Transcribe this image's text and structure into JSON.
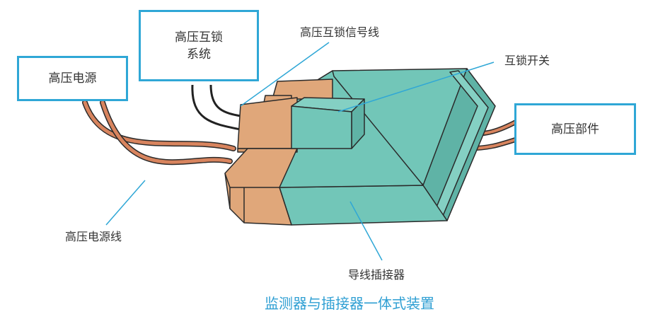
{
  "labels": {
    "hv_source": "高压电源",
    "hv_interlock_line1": "高压互锁",
    "hv_interlock_line2": "系统",
    "interlock_signal_wire": "高压互锁信号线",
    "interlock_switch": "互锁开关",
    "hv_component": "高压部件",
    "hv_power_cable": "高压电源线",
    "wire_connector": "导线插接器"
  },
  "caption": "监测器与插接器一体式装置",
  "colors": {
    "box_border": "#2fa7d6",
    "leader_line": "#2fa7d6",
    "caption": "#2f9fd3",
    "connector_body": "#72c6b8",
    "plug_body": "#e0a77a",
    "cable": "#d8845e",
    "outline": "#2a2a2a"
  },
  "icons": [
    "hv-cable",
    "signal-wire",
    "connector-block",
    "interlock-switch"
  ]
}
